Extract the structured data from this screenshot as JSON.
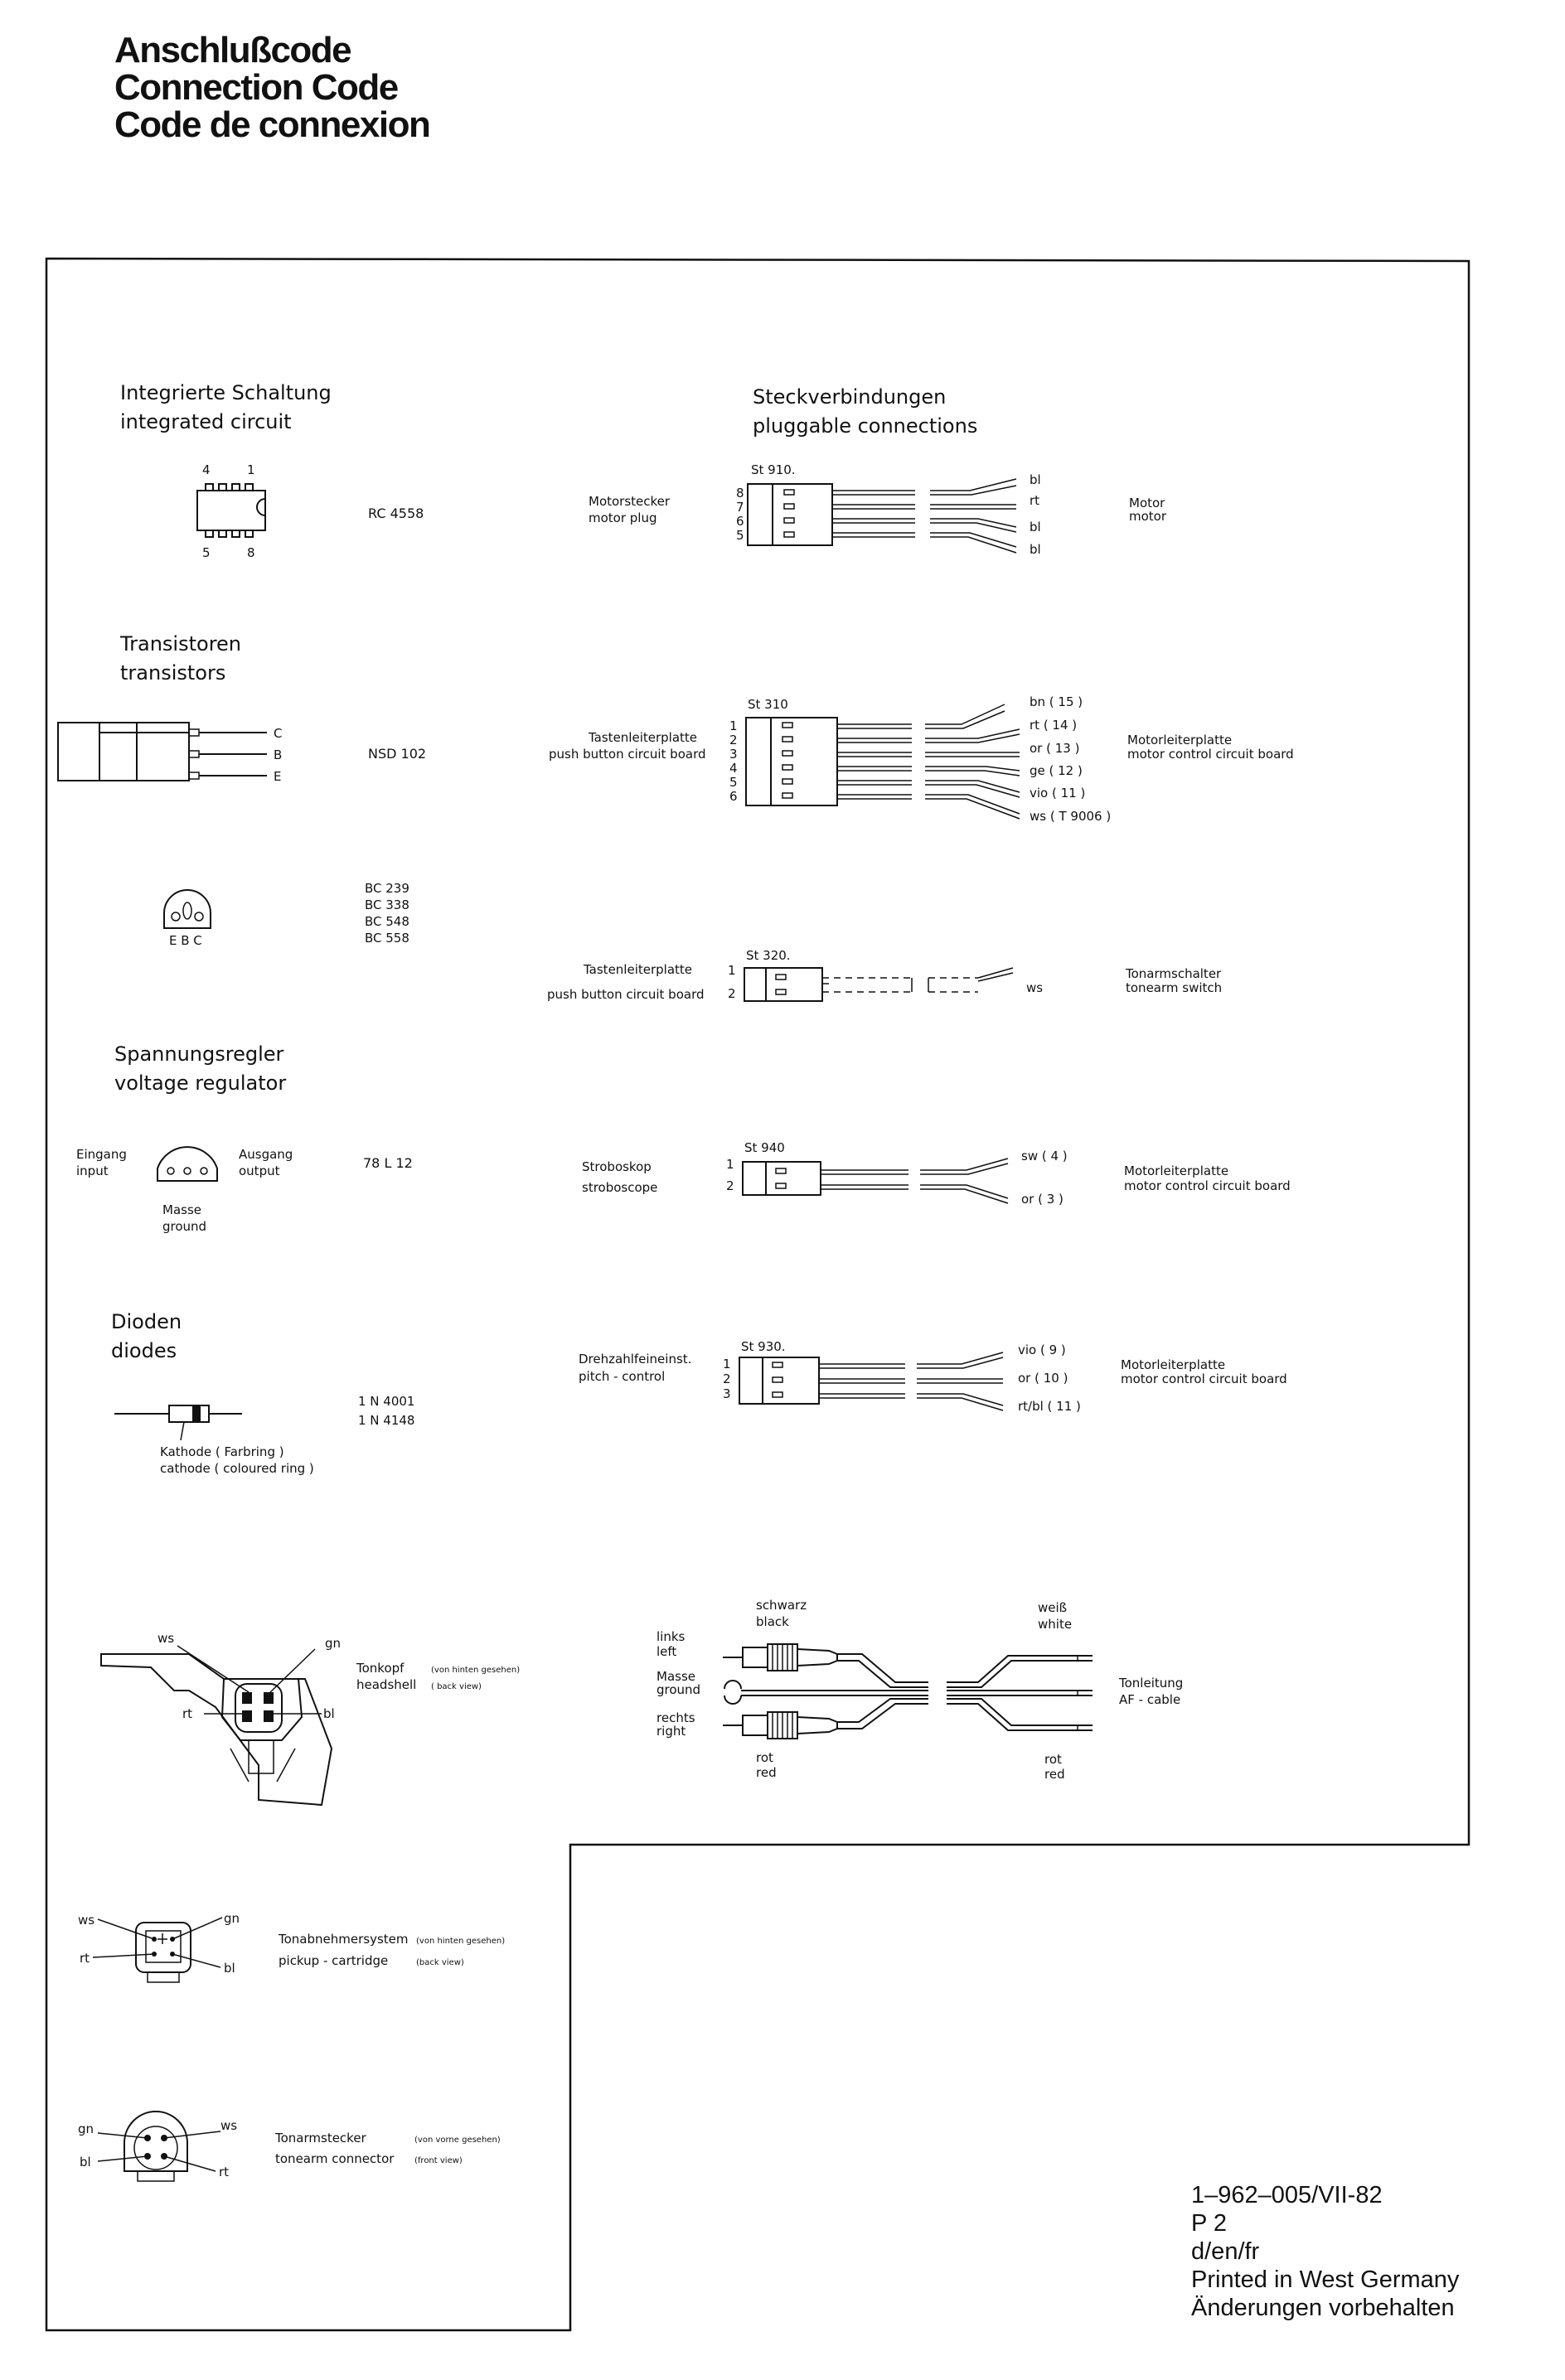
{
  "titles": {
    "de": "Anschlußcode",
    "en": "Connection Code",
    "fr": "Code de connexion"
  },
  "ic": {
    "heading_de": "Integrierte Schaltung",
    "heading_en": "integrated circuit",
    "pin_4": "4",
    "pin_1": "1",
    "pin_5": "5",
    "pin_8": "8",
    "type": "RC 4558"
  },
  "transistors": {
    "heading_de": "Transistoren",
    "heading_en": "transistors",
    "pin_c": "C",
    "pin_b": "B",
    "pin_e": "E",
    "type1": "NSD 102",
    "to92_label": "E B C",
    "types2": [
      "BC 239",
      "BC 338",
      "BC 548",
      "BC 558"
    ]
  },
  "regulator": {
    "heading_de": "Spannungsregler",
    "heading_en": "voltage regulator",
    "input_de": "Eingang",
    "input_en": "input",
    "output_de": "Ausgang",
    "output_en": "output",
    "ground_de": "Masse",
    "ground_en": "ground",
    "type": "78 L 12"
  },
  "diodes": {
    "heading_de": "Dioden",
    "heading_en": "diodes",
    "cathode_de": "Kathode ( Farbring )",
    "cathode_en": "cathode ( coloured ring )",
    "types": [
      "1 N 4001",
      "1 N 4148"
    ]
  },
  "connections": {
    "heading_de": "Steckverbindungen",
    "heading_en": "pluggable connections",
    "st910": {
      "name": "St 910.",
      "label_de": "Motorstecker",
      "label_en": "motor plug",
      "pins": [
        "8",
        "7",
        "6",
        "5"
      ],
      "wires": [
        "bl",
        "rt",
        "bl",
        "bl"
      ],
      "dest_de": "Motor",
      "dest_en": "motor"
    },
    "st310": {
      "name": "St 310",
      "label_de": "Tastenleiterplatte",
      "label_en": "push button circuit board",
      "pins": [
        "1",
        "2",
        "3",
        "4",
        "5",
        "6"
      ],
      "wires": [
        "bn  ( 15 )",
        "rt   ( 14 )",
        "or   ( 13 )",
        "ge   ( 12 )",
        "vio  ( 11 )",
        "ws  ( T 9006 )"
      ],
      "dest_de": "Motorleiterplatte",
      "dest_en": "motor control circuit board"
    },
    "st320": {
      "name": "St 320.",
      "label_de": "Tastenleiterplatte",
      "label_en": "push button circuit board",
      "pins": [
        "1",
        "2"
      ],
      "wire": "ws",
      "dest_de": "Tonarmschalter",
      "dest_en": "tonearm switch"
    },
    "st940": {
      "name": "St 940",
      "label_de": "Stroboskop",
      "label_en": "stroboscope",
      "pins": [
        "1",
        "2"
      ],
      "wires": [
        "sw  ( 4 )",
        "or   ( 3 )"
      ],
      "dest_de": "Motorleiterplatte",
      "dest_en": "motor control circuit board"
    },
    "st930": {
      "name": "St 930.",
      "label_de": "Drehzahlfeineinst.",
      "label_en": "pitch - control",
      "pins": [
        "1",
        "2",
        "3"
      ],
      "wires": [
        "vio ( 9 )",
        "or   ( 10 )",
        "rt/bl ( 11 )"
      ],
      "dest_de": "Motorleiterplatte",
      "dest_en": "motor control circuit board"
    }
  },
  "headshell": {
    "ws": "ws",
    "gn": "gn",
    "rt": "rt",
    "bl": "bl",
    "label_de": "Tonkopf",
    "note_de": "(von hinten gesehen)",
    "label_en": "headshell",
    "note_en": "( back view)"
  },
  "af_cable": {
    "black_de": "schwarz",
    "black_en": "black",
    "white_de": "weiß",
    "white_en": "white",
    "left_de": "links",
    "left_en": "left",
    "ground_de": "Masse",
    "ground_en": "ground",
    "right_de": "rechts",
    "right_en": "right",
    "red_de1": "rot",
    "red_en1": "red",
    "red_de2": "rot",
    "red_en2": "red",
    "label_de": "Tonleitung",
    "label_en": "AF - cable"
  },
  "cartridge": {
    "ws": "ws",
    "gn": "gn",
    "rt": "rt",
    "bl": "bl",
    "label_de": "Tonabnehmersystem",
    "note_de": "(von hinten gesehen)",
    "label_en": "pickup - cartridge",
    "note_en": "(back view)"
  },
  "tonearm_connector": {
    "gn": "gn",
    "ws": "ws",
    "bl": "bl",
    "rt": "rt",
    "label_de": "Tonarmstecker",
    "note_de": "(von vorne gesehen)",
    "label_en": "tonearm connector",
    "note_en": "(front view)"
  },
  "footer": {
    "code": "1–962–005/VII-82",
    "page": "P 2",
    "languages": "d/en/fr",
    "printed": "Printed in West Germany",
    "changes": "Änderungen vorbehalten"
  }
}
